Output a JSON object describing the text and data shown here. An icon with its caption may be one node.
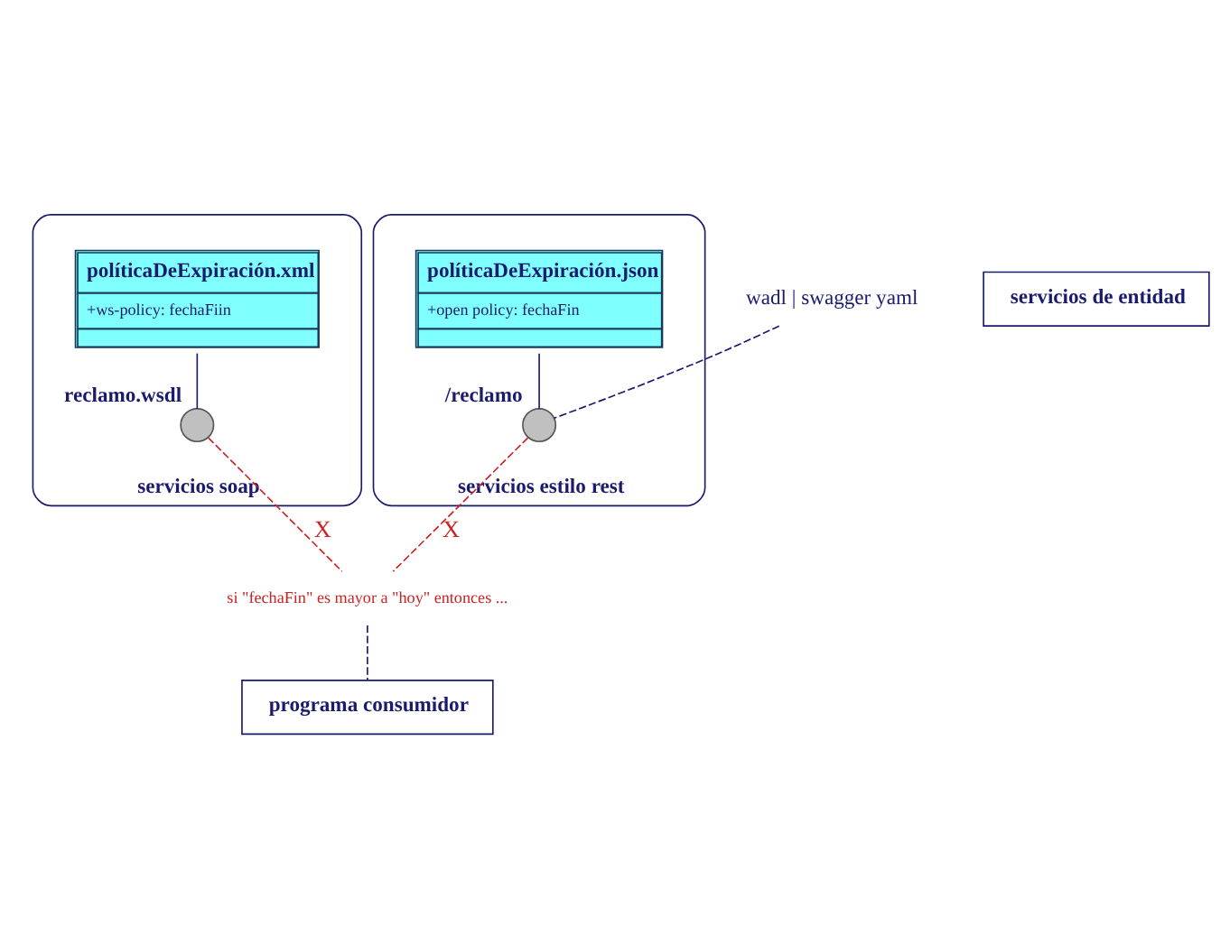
{
  "diagram": {
    "nodes": [
      {
        "text": [
          "servicios soap"
        ]
      },
      {
        "text": [
          "políticaDeExpiración.xml",
          "+ws-policy: fechaFiin"
        ],
        "in": 0
      },
      {
        "text": [],
        "shape": "circle",
        "in": 0,
        "beside": [
          "reclamo.wsdl"
        ]
      },
      {
        "text": [
          "servicios estilo rest"
        ]
      },
      {
        "text": [
          "políticaDeExpiración.json",
          "+open policy: fechaFin"
        ],
        "in": 3
      },
      {
        "text": [],
        "shape": "circle",
        "in": 3,
        "beside": [
          "/reclamo"
        ]
      },
      {
        "text": [
          "wadl | swagger yaml"
        ]
      },
      {
        "text": [
          "servicios de entidad"
        ]
      },
      {
        "text": [
          "si \"fechaFin\" es mayor a \"hoy\" entonces ..."
        ]
      },
      {
        "text": [
          "programa consumidor"
        ]
      }
    ],
    "edges": [
      {
        "from": 1,
        "to": 2,
        "arrow": "none"
      },
      {
        "from": 4,
        "to": 5,
        "arrow": "none"
      },
      {
        "from": 6,
        "to": 5,
        "arrow": "none",
        "style": "dashed"
      },
      {
        "from": 2,
        "to": 8,
        "arrow": "none",
        "style": "dashed",
        "color": "#cc2222",
        "label": "X"
      },
      {
        "from": 5,
        "to": 8,
        "arrow": "none",
        "style": "dashed",
        "color": "#cc2222",
        "label": "X"
      },
      {
        "from": 8,
        "to": 9,
        "arrow": "none",
        "style": "dashed"
      }
    ]
  }
}
